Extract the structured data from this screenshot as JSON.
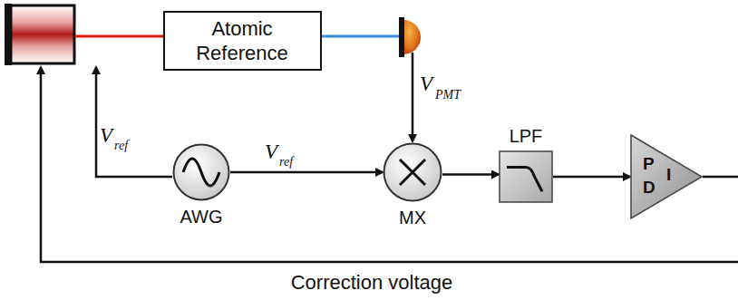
{
  "diagram": {
    "nodes": [
      {
        "text": [
          "Atomic Reference"
        ]
      },
      {
        "text": [
          "AWG"
        ]
      },
      {
        "text": [
          "MX"
        ]
      },
      {
        "text": [
          "LPF"
        ]
      },
      {
        "text": [
          "P",
          "D",
          "I"
        ]
      }
    ],
    "edges": [
      {
        "from": 1,
        "to": 2,
        "arrow": "to"
      },
      {
        "from": 2,
        "to": 3,
        "arrow": "to"
      },
      {
        "from": 3,
        "to": 4,
        "arrow": "to"
      }
    ],
    "labels": [
      "V",
      "PMT",
      "V",
      "ref",
      "V",
      "ref",
      "Correction voltage"
    ]
  }
}
